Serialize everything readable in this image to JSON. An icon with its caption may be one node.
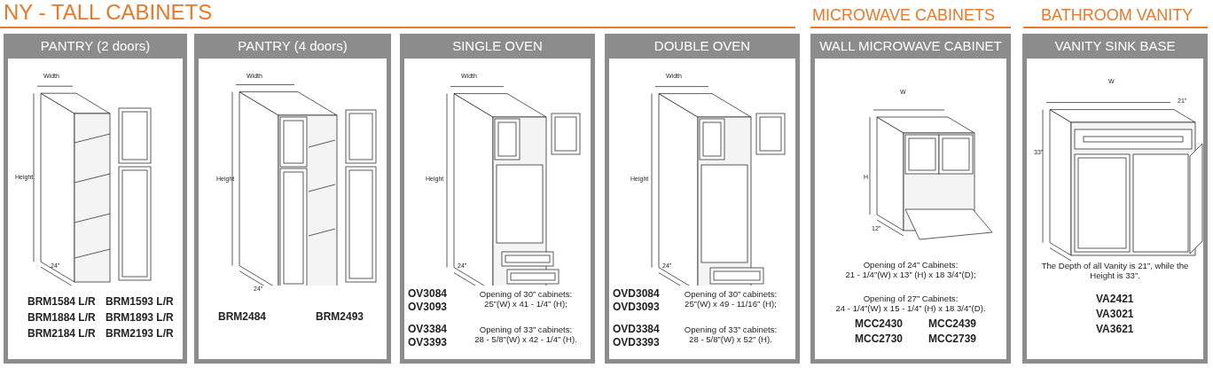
{
  "diagram": {
    "title": "NY - TALL CABINETS",
    "nodes": [
      {
        "text": [
          "PANTRY (2 doors)",
          "Width",
          "Height",
          "24”",
          "BRM1584 L/R",
          "BRM1593 L/R",
          "BRM1884 L/R",
          "BRM1893 L/R",
          "BRM2184 L/R",
          "BRM2193 L/R"
        ]
      },
      {
        "text": [
          "PANTRY (4 doors)",
          "Width",
          "Height",
          "24”",
          "BRM2484",
          "BRM2493"
        ]
      },
      {
        "text": [
          "SINGLE OVEN",
          "Width",
          "Height",
          "24”",
          "OV3084",
          "OV3093",
          "Opening of 30” cabinets: 25”(W) x 41 - 1/4” (H);",
          "OV3384",
          "OV3393",
          "Opening of 33” cabinets: 28 - 5/8”(W) x 42 - 1/4” (H)."
        ]
      },
      {
        "text": [
          "DOUBLE OVEN",
          "Width",
          "Height",
          "24”",
          "OVD3084",
          "OVD3093",
          "Opening of 30” cabinets: 25”(W) x 49 - 11/16” (H);",
          "OVD3384",
          "OVD3393",
          "Opening of 33” cabinets: 28 - 5/8”(W) x 52” (H)."
        ]
      },
      {
        "text": [
          "WALL MICROWAVE CABINET",
          "W",
          "H",
          "12”",
          "Opening of 24” Cabinets: 21 - 1/4”(W) x 13” (H) x 18 3/4”(D);",
          "Opening of 27” Cabinets: 24 - 1/4”(W) x 15 - 1/4” (H) x 18 3/4”(D).",
          "MCC2430",
          "MCC2439",
          "MCC2730",
          "MCC2739"
        ]
      },
      {
        "text": [
          "VANITY SINK BASE",
          "W",
          "21”",
          "33”",
          "The Depth of all Vanity is 21”, while the Height is 33”.",
          "VA2421",
          "VA3021",
          "VA3621"
        ]
      }
    ],
    "labels": [
      "MICROWAVE CABINETS",
      "BATHROOM VANITY"
    ]
  }
}
